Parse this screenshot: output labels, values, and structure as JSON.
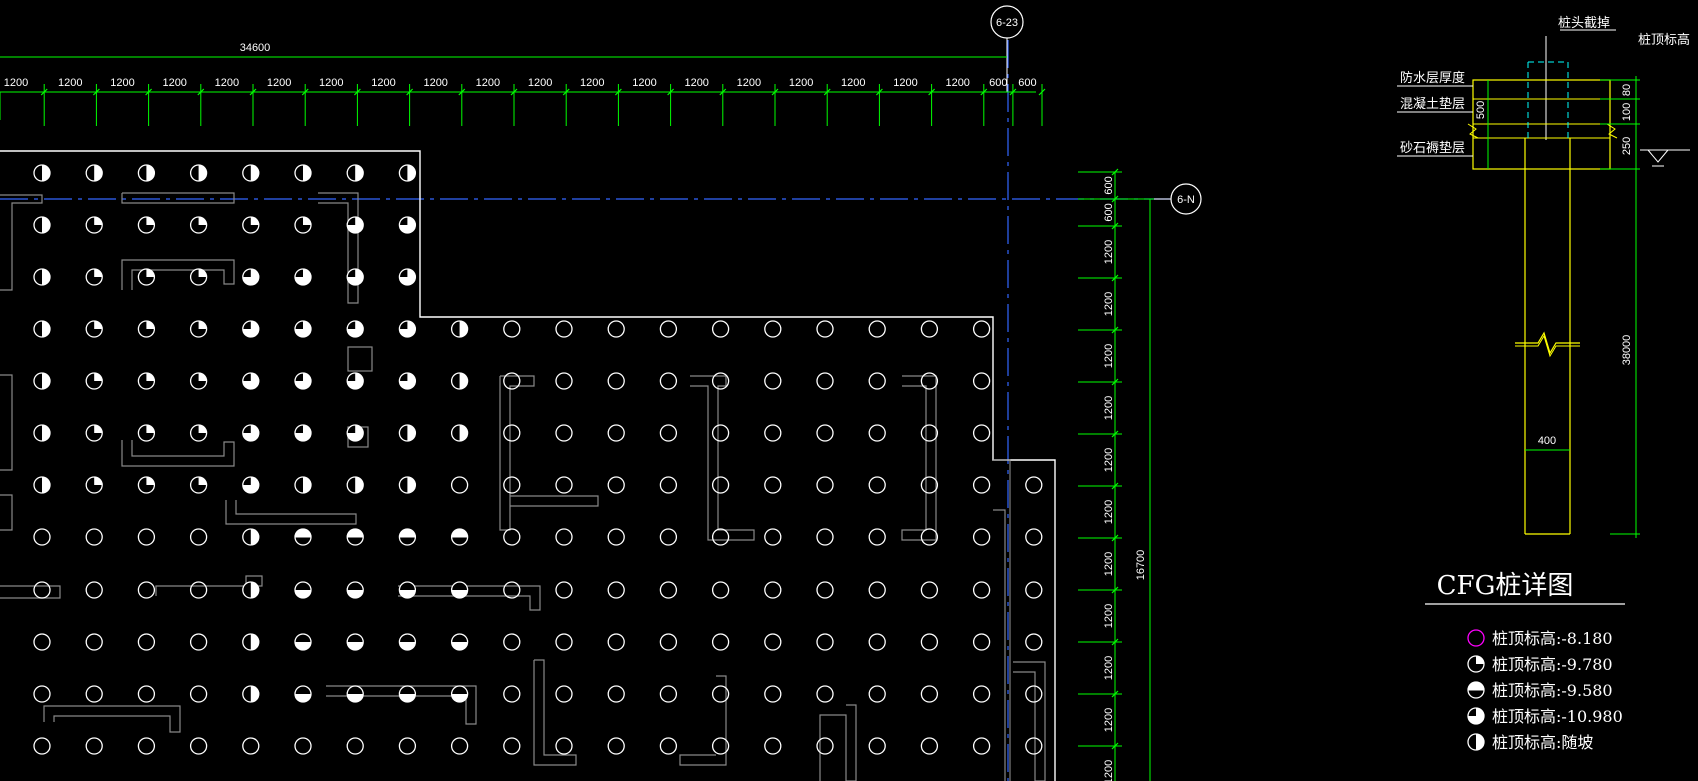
{
  "axes": {
    "col_tag": "6-23",
    "row_tag": "6-N"
  },
  "top_dimension": {
    "total": "34600",
    "segments": [
      "1200",
      "1200",
      "1200",
      "1200",
      "1200",
      "1200",
      "1200",
      "1200",
      "1200",
      "1200",
      "1200",
      "1200",
      "1200",
      "1200",
      "1200",
      "1200",
      "1200",
      "1200",
      "1200",
      "600",
      "600"
    ]
  },
  "right_dimension": {
    "total": "16700",
    "segments": [
      "600",
      "600",
      "1200",
      "1200",
      "1200",
      "1200",
      "1200",
      "1200",
      "1200",
      "1200",
      "1200",
      "1200",
      "1200"
    ]
  },
  "detail": {
    "title": "CFG桩详图",
    "pile_head_label": "桩头截掉",
    "pile_top_elev_label": "桩顶标高",
    "layer_labels": [
      "防水层厚度",
      "混凝土垫层",
      "砂石褥垫层"
    ],
    "dim_500": "500",
    "dim_100": "100",
    "dim_80": "80",
    "dim_250": "250",
    "pile_length": "38000",
    "pile_width": "400"
  },
  "legend": [
    {
      "symbol": "plain",
      "text": "桩顶标高:-8.180",
      "color": "#ff00ff"
    },
    {
      "symbol": "quarter",
      "text": "桩顶标高:-9.780",
      "color": "#ffffff"
    },
    {
      "symbol": "half-top",
      "text": "桩顶标高:-9.580",
      "color": "#ffffff"
    },
    {
      "symbol": "three-quarter",
      "text": "桩顶标高:-10.980",
      "color": "#ffffff"
    },
    {
      "symbol": "half-right",
      "text": "桩顶标高:随坡",
      "color": "#ffffff"
    }
  ],
  "colors": {
    "dimension": "#00ff00",
    "outline": "#ffffff",
    "axis_line": "#3366ff",
    "wall": "#888888",
    "pile_detail": "#ffff00",
    "cyan": "#00ffff",
    "magenta": "#ff00ff"
  }
}
